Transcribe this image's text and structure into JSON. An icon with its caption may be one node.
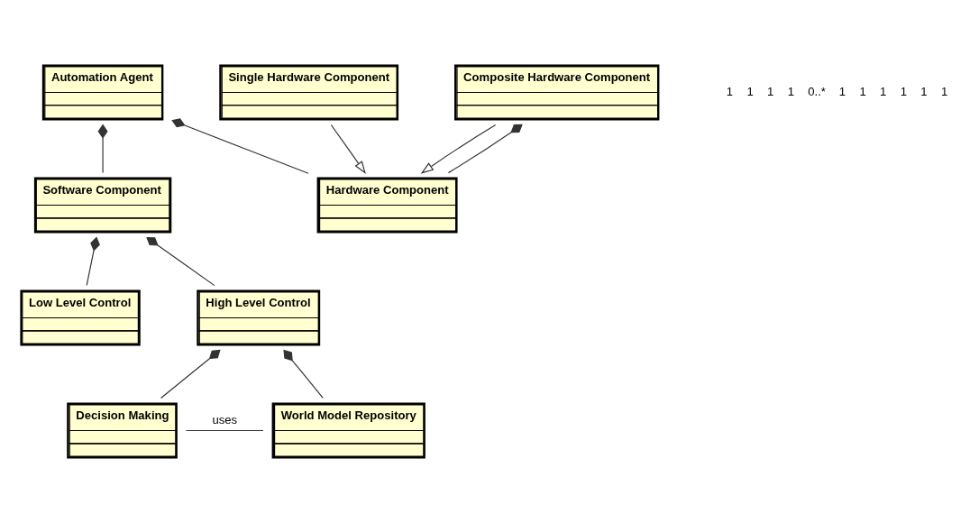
{
  "diagram": {
    "nodes": [
      {
        "text": [
          "Automation Agent"
        ]
      },
      {
        "text": [
          "Software Component"
        ]
      },
      {
        "text": [
          "Hardware Component"
        ]
      },
      {
        "text": [
          "Low Level Control"
        ]
      },
      {
        "text": [
          "High Level Control"
        ]
      },
      {
        "text": [
          "Single Hardware Component"
        ]
      },
      {
        "text": [
          "Composite Hardware Component"
        ]
      },
      {
        "text": [
          "Decision Making"
        ]
      },
      {
        "text": [
          "World Model Repository"
        ]
      }
    ],
    "edges": [
      {
        "from": 0,
        "to": 1,
        "arrow": "other"
      },
      {
        "from": 0,
        "to": 2,
        "arrow": "other"
      },
      {
        "from": 1,
        "to": 3,
        "arrow": "other"
      },
      {
        "from": 1,
        "to": 4,
        "arrow": "other"
      },
      {
        "from": 5,
        "to": 2,
        "arrow": "to"
      },
      {
        "from": 6,
        "to": 2,
        "arrow": "to"
      },
      {
        "from": 6,
        "to": 2,
        "arrow": "other"
      },
      {
        "from": 4,
        "to": 7,
        "arrow": "other"
      },
      {
        "from": 4,
        "to": 8,
        "arrow": "other"
      },
      {
        "from": 7,
        "to": 8,
        "arrow": "none",
        "label": "uses"
      }
    ],
    "labels": [
      "1",
      "1",
      "1",
      "1",
      "0..*",
      "1",
      "1",
      "1",
      "1",
      "1",
      "1"
    ]
  }
}
